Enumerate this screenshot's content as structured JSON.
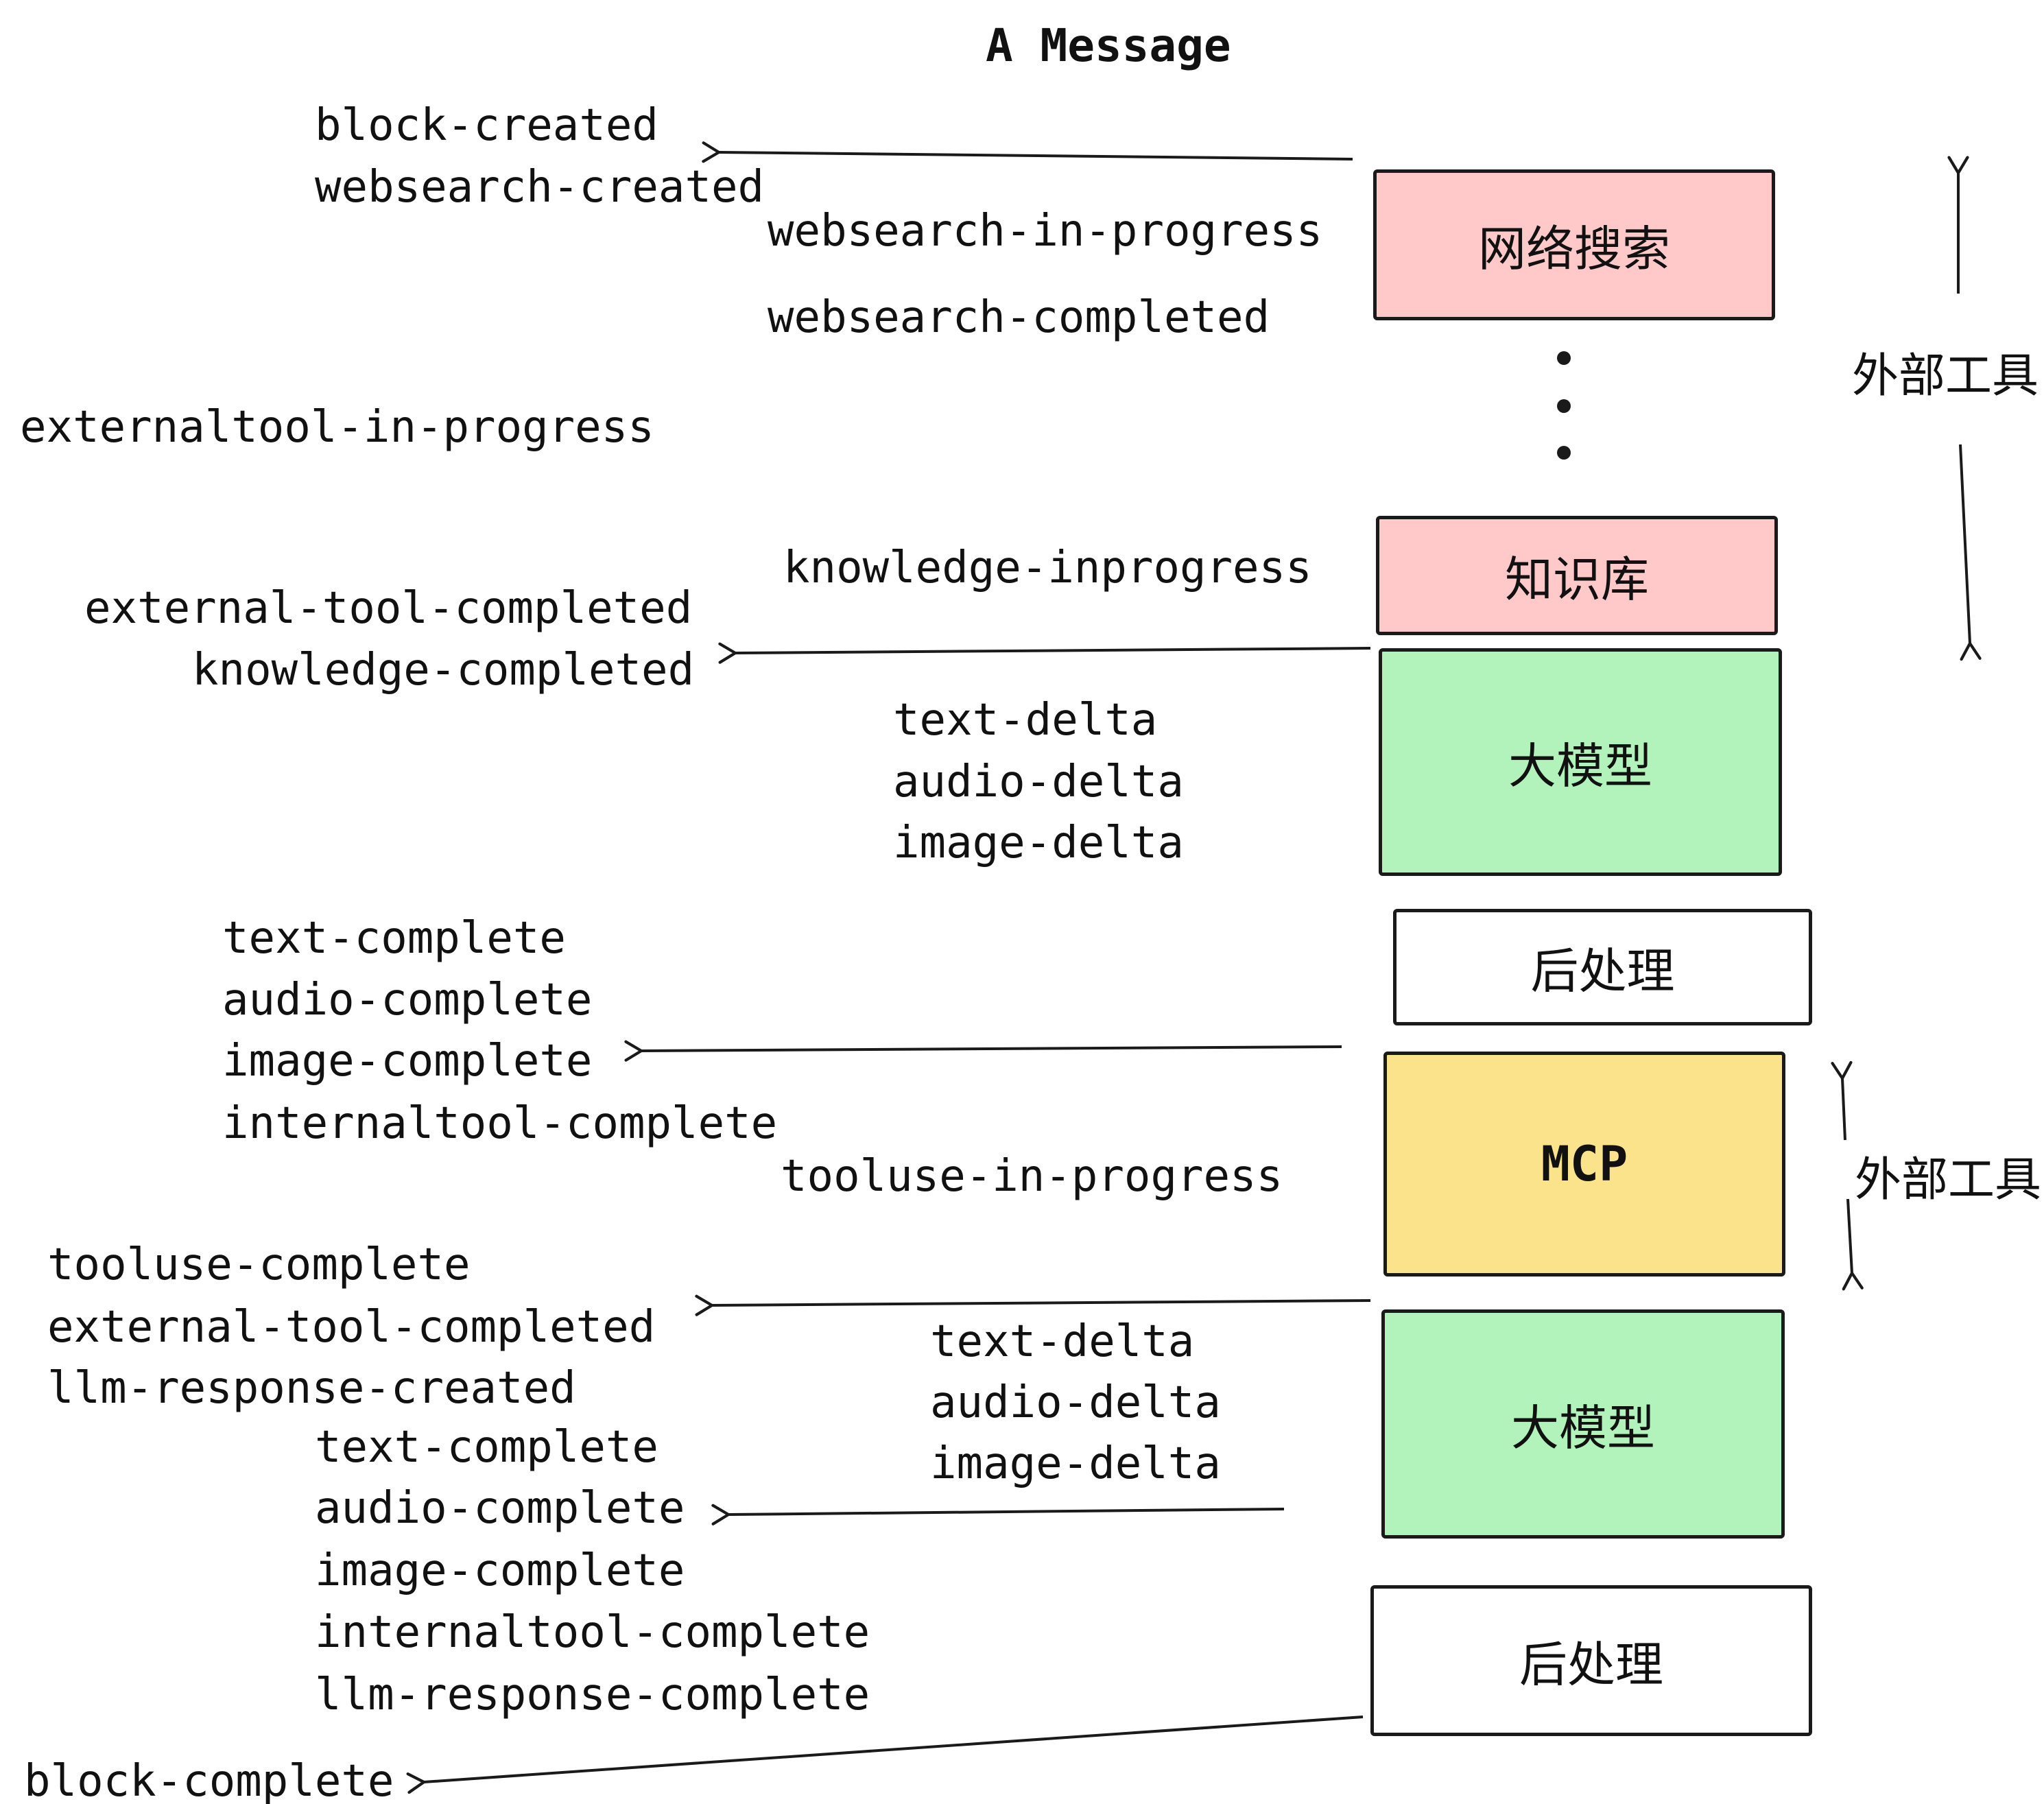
{
  "title": "A Message",
  "colors": {
    "pink": "#ffc9c9",
    "green": "#b2f2bb",
    "yellow": "#fbe38b",
    "white": "#ffffff",
    "stroke": "#1a1a1a",
    "text": "#111111"
  },
  "boxes": {
    "websearch": "网络搜索",
    "knowledge": "知识库",
    "llm1": "大模型",
    "post1": "后处理",
    "mcp": "MCP",
    "llm2": "大模型",
    "post2": "后处理"
  },
  "side_labels": {
    "external_tool_top": "外部工具",
    "external_tool_mcp": "外部工具"
  },
  "events": {
    "block_created": "block-created",
    "websearch_created": "websearch-created",
    "websearch_in_progress": "websearch-in-progress",
    "websearch_completed": "websearch-completed",
    "externaltool_in_progress": "externaltool-in-progress",
    "knowledge_inprogress": "knowledge-inprogress",
    "external_tool_completed_1": "external-tool-completed",
    "knowledge_completed": "knowledge-completed",
    "text_delta_1": "text-delta",
    "audio_delta_1": "audio-delta",
    "image_delta_1": "image-delta",
    "text_complete_1": "text-complete",
    "audio_complete_1": "audio-complete",
    "image_complete_1": "image-complete",
    "internaltool_complete_1": "internaltool-complete",
    "tooluse_in_progress": "tooluse-in-progress",
    "tooluse_complete": "tooluse-complete",
    "external_tool_completed_2": "external-tool-completed",
    "llm_response_created": "llm-response-created",
    "text_delta_2": "text-delta",
    "audio_delta_2": "audio-delta",
    "image_delta_2": "image-delta",
    "text_complete_2": "text-complete",
    "audio_complete_2": "audio-complete",
    "image_complete_2": "image-complete",
    "internaltool_complete_2": "internaltool-complete",
    "llm_response_complete": "llm-response-complete",
    "block_complete": "block-complete"
  }
}
